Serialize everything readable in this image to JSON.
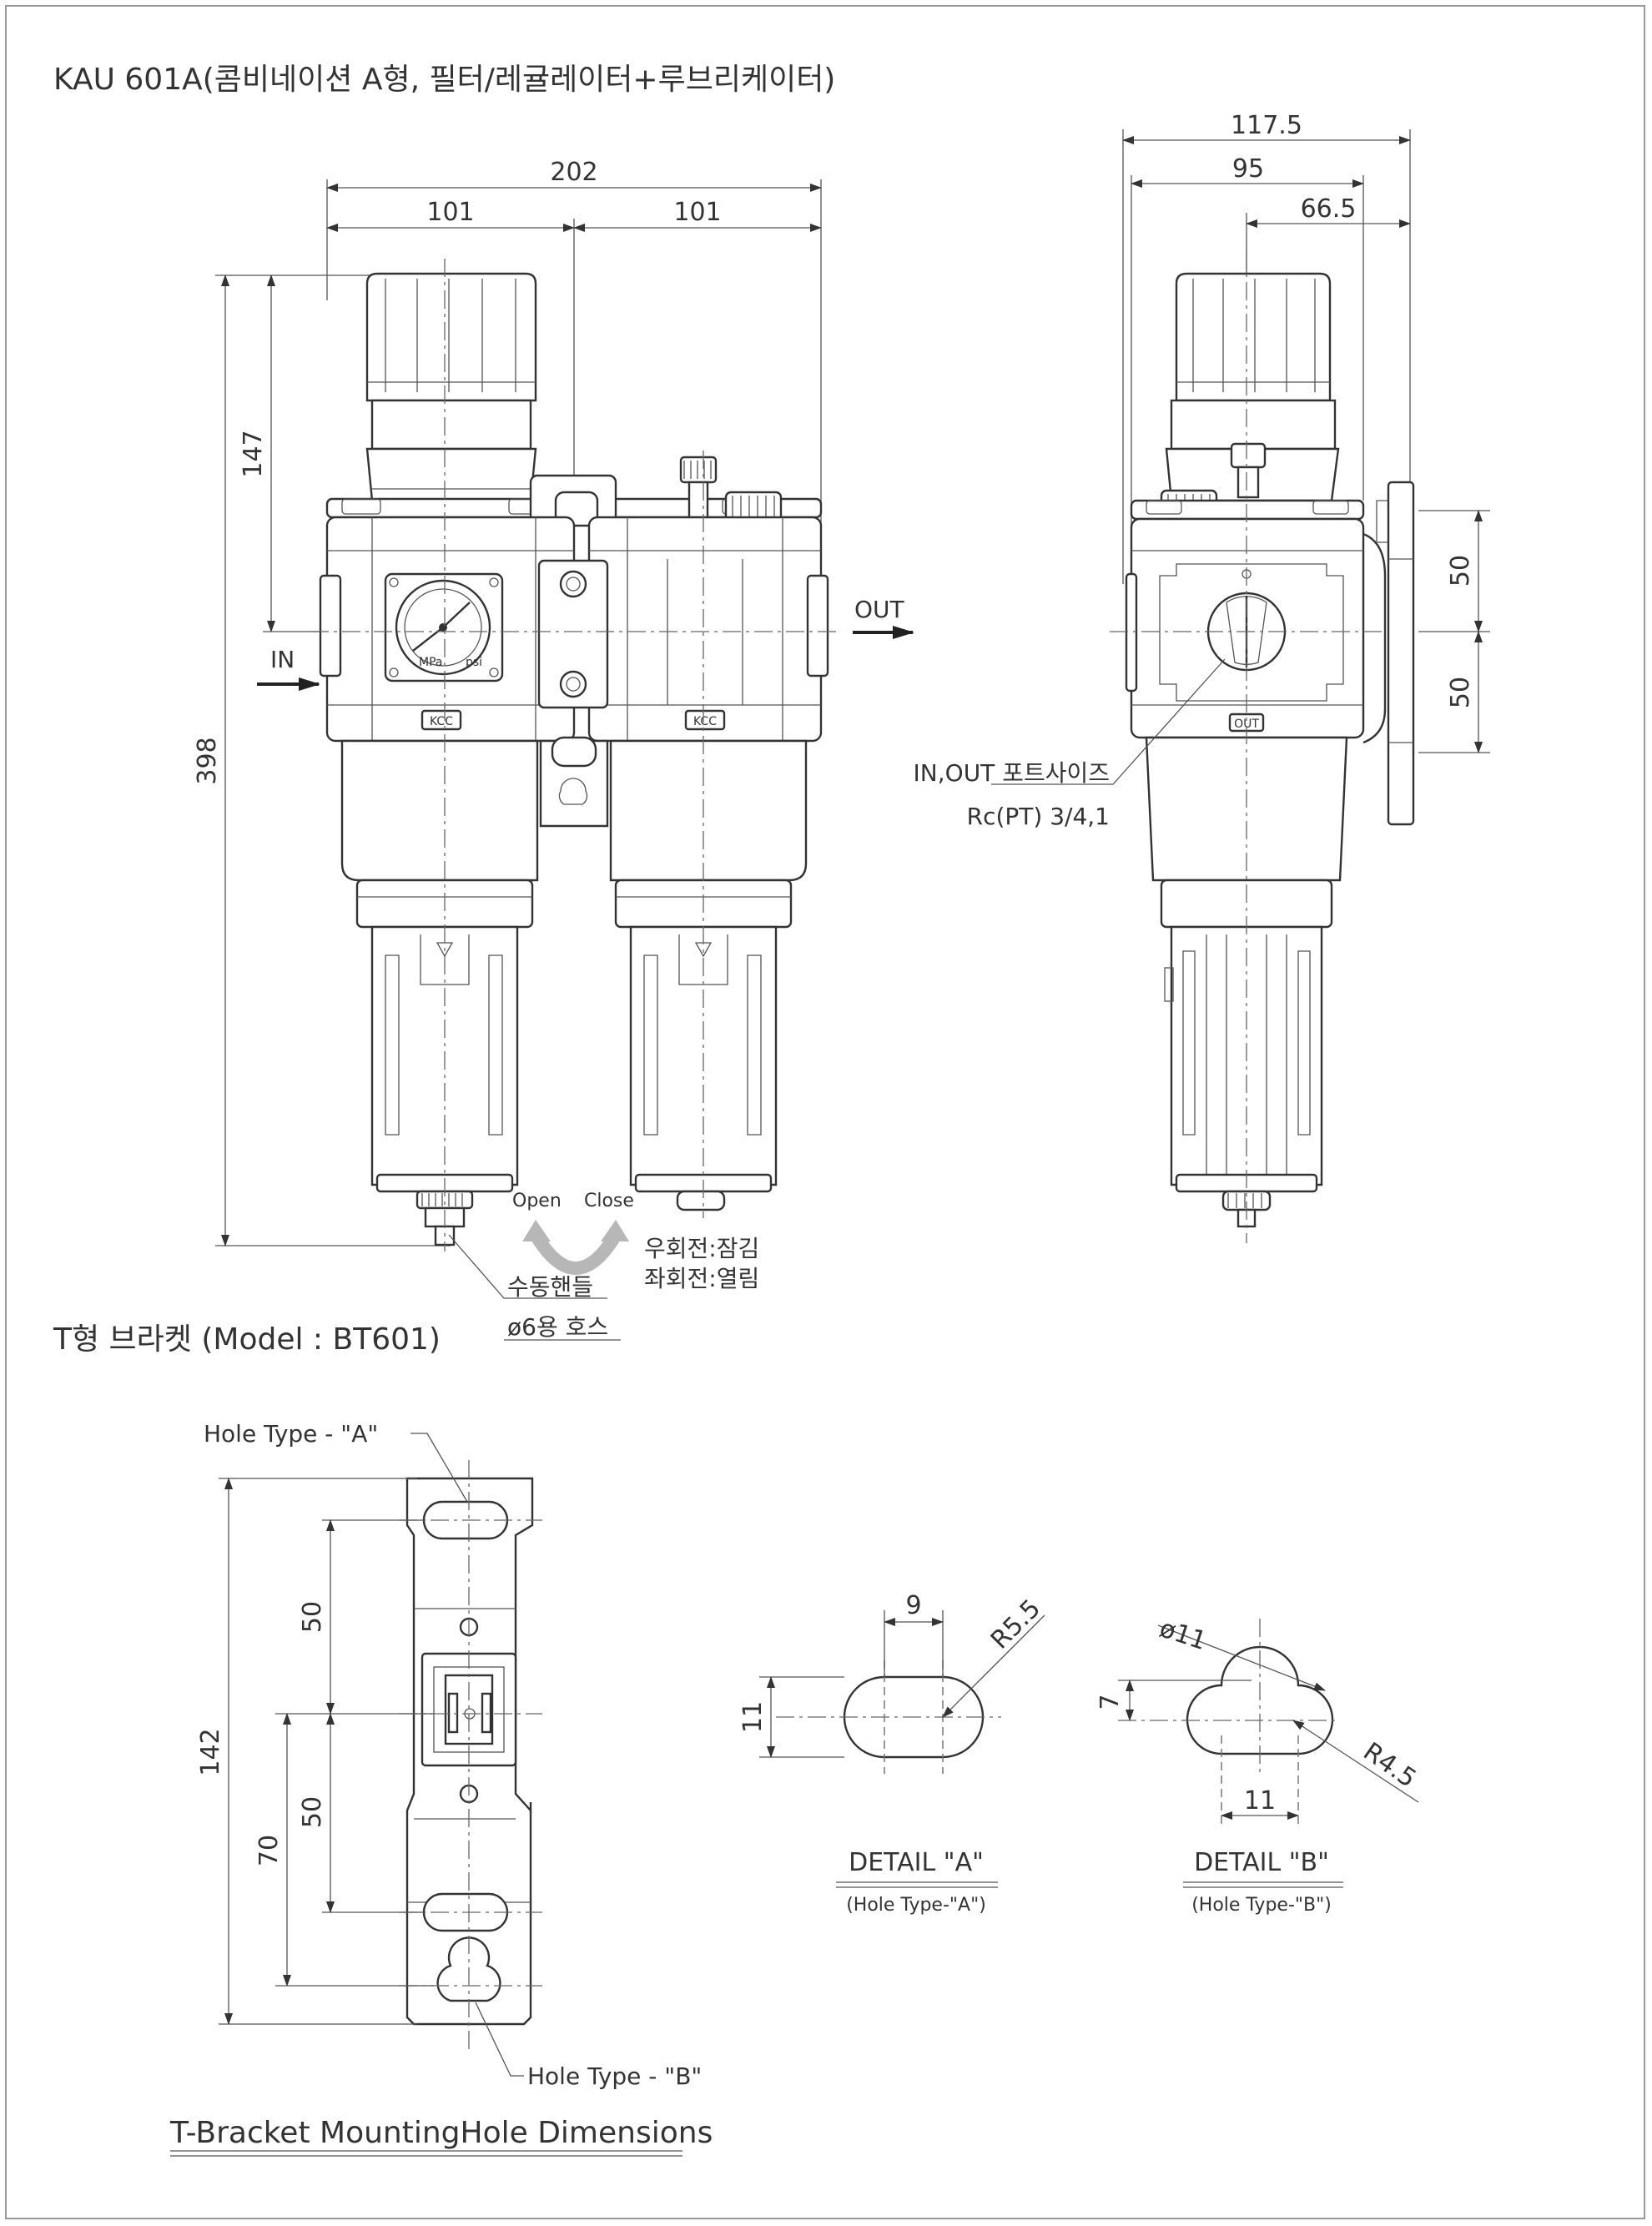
{
  "titles": {
    "main": "KAU 601A(콤비네이션 A형, 필터/레귤레이터+루브리케이터)",
    "bracket": "T형 브라켓 (Model : BT601)",
    "mounting": "T-Bracket  MountingHole Dimensions"
  },
  "front_view": {
    "dim_total": "202",
    "dim_left": "101",
    "dim_right": "101",
    "dim_height": "398",
    "dim_upper": "147",
    "in_label": "IN",
    "out_label": "OUT",
    "logo": "KCC",
    "open": "Open",
    "close": "Close",
    "rotate_right": "우회전:잠김",
    "rotate_left": "좌회전:열림",
    "drain_manual": "수동핸들",
    "drain_hose": "ø6용 호스",
    "gauge_unit_mpa": "MPa",
    "gauge_unit_psi": "psi"
  },
  "side_view": {
    "dim_1175": "117.5",
    "dim_95": "95",
    "dim_665": "66.5",
    "dim_50_top": "50",
    "dim_50_bottom": "50",
    "port_label": "IN,OUT 포트사이즈",
    "port_size": "Rc(PT) 3/4,1",
    "out_tag": "OUT"
  },
  "bracket_view": {
    "hole_a": "Hole Type -  \"A\"",
    "hole_b": "Hole Type -  \"B\"",
    "dim_142": "142",
    "dim_70": "70",
    "dim_50_upper": "50",
    "dim_50_lower": "50"
  },
  "detail_a": {
    "title": "DETAIL  \"A\"",
    "subtitle": "(Hole Type-\"A\")",
    "dim_9": "9",
    "dim_r55": "R5.5",
    "dim_11": "11"
  },
  "detail_b": {
    "title": "DETAIL  \"B\"",
    "subtitle": "(Hole Type-\"B\")",
    "dim_dia11": "ø11",
    "dim_7": "7",
    "dim_r45": "R4.5",
    "dim_11": "11"
  }
}
